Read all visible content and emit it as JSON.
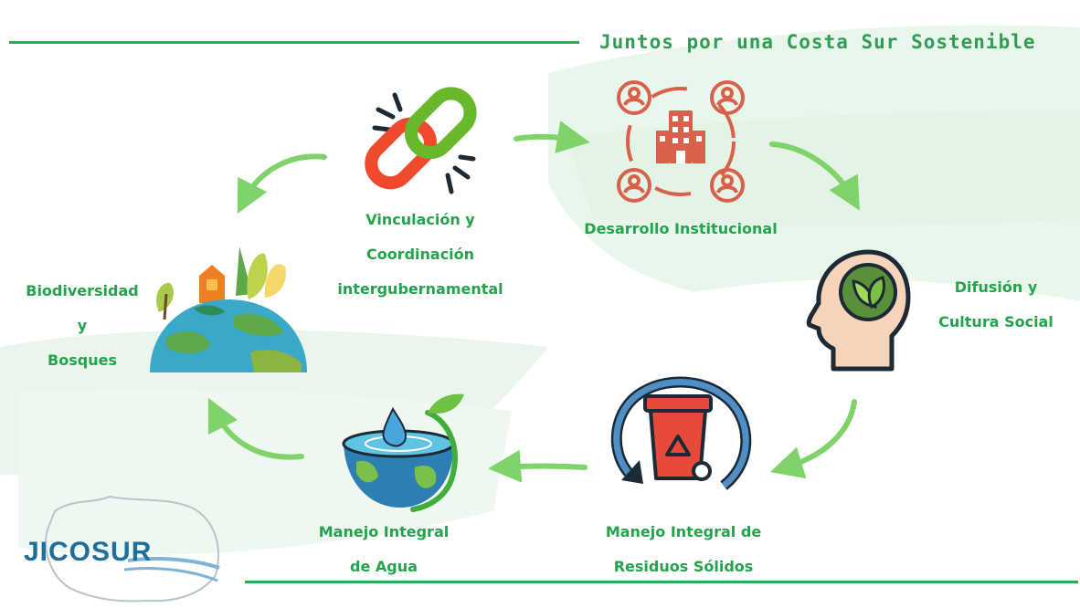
{
  "header": {
    "title": "Juntos por una Costa Sur Sostenible"
  },
  "nodes": {
    "vinculacion": [
      "Vinculación y",
      "Coordinación",
      "intergubernamental"
    ],
    "desarrollo": [
      "Desarrollo Institucional"
    ],
    "difusion": [
      "Difusión y",
      "Cultura Social"
    ],
    "residuos": [
      "Manejo Integral de",
      "Residuos Sólidos"
    ],
    "agua": [
      "Manejo Integral",
      "de Agua"
    ],
    "biodiversidad": [
      "Biodiversidad",
      "y",
      "Bosques"
    ]
  },
  "logo": {
    "text": "JICOSUR"
  },
  "colors": {
    "accent": "#2eaa55",
    "label": "#24a24c",
    "arrow": "#7fd36a",
    "logo": "#1f6f9a"
  }
}
